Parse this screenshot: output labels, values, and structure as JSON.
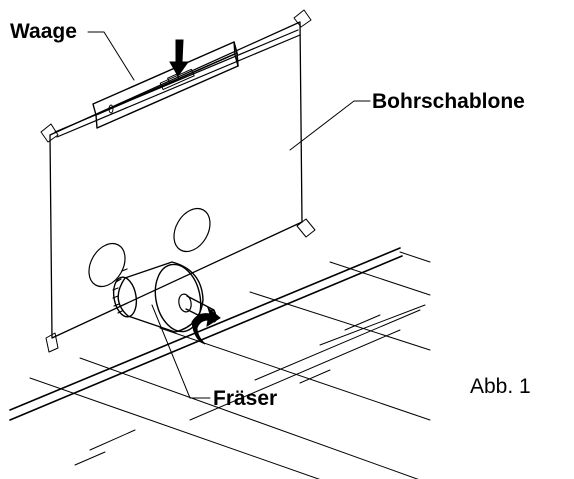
{
  "labels": {
    "level": "Waage",
    "template": "Bohrschablone",
    "cutter": "Fräser",
    "figure": "Abb. 1"
  },
  "colors": {
    "ink": "#000000",
    "background": "#ffffff"
  },
  "icons": {
    "press_arrow": "arrow-down-icon",
    "rotation_arrow": "rotation-arrow-icon"
  }
}
